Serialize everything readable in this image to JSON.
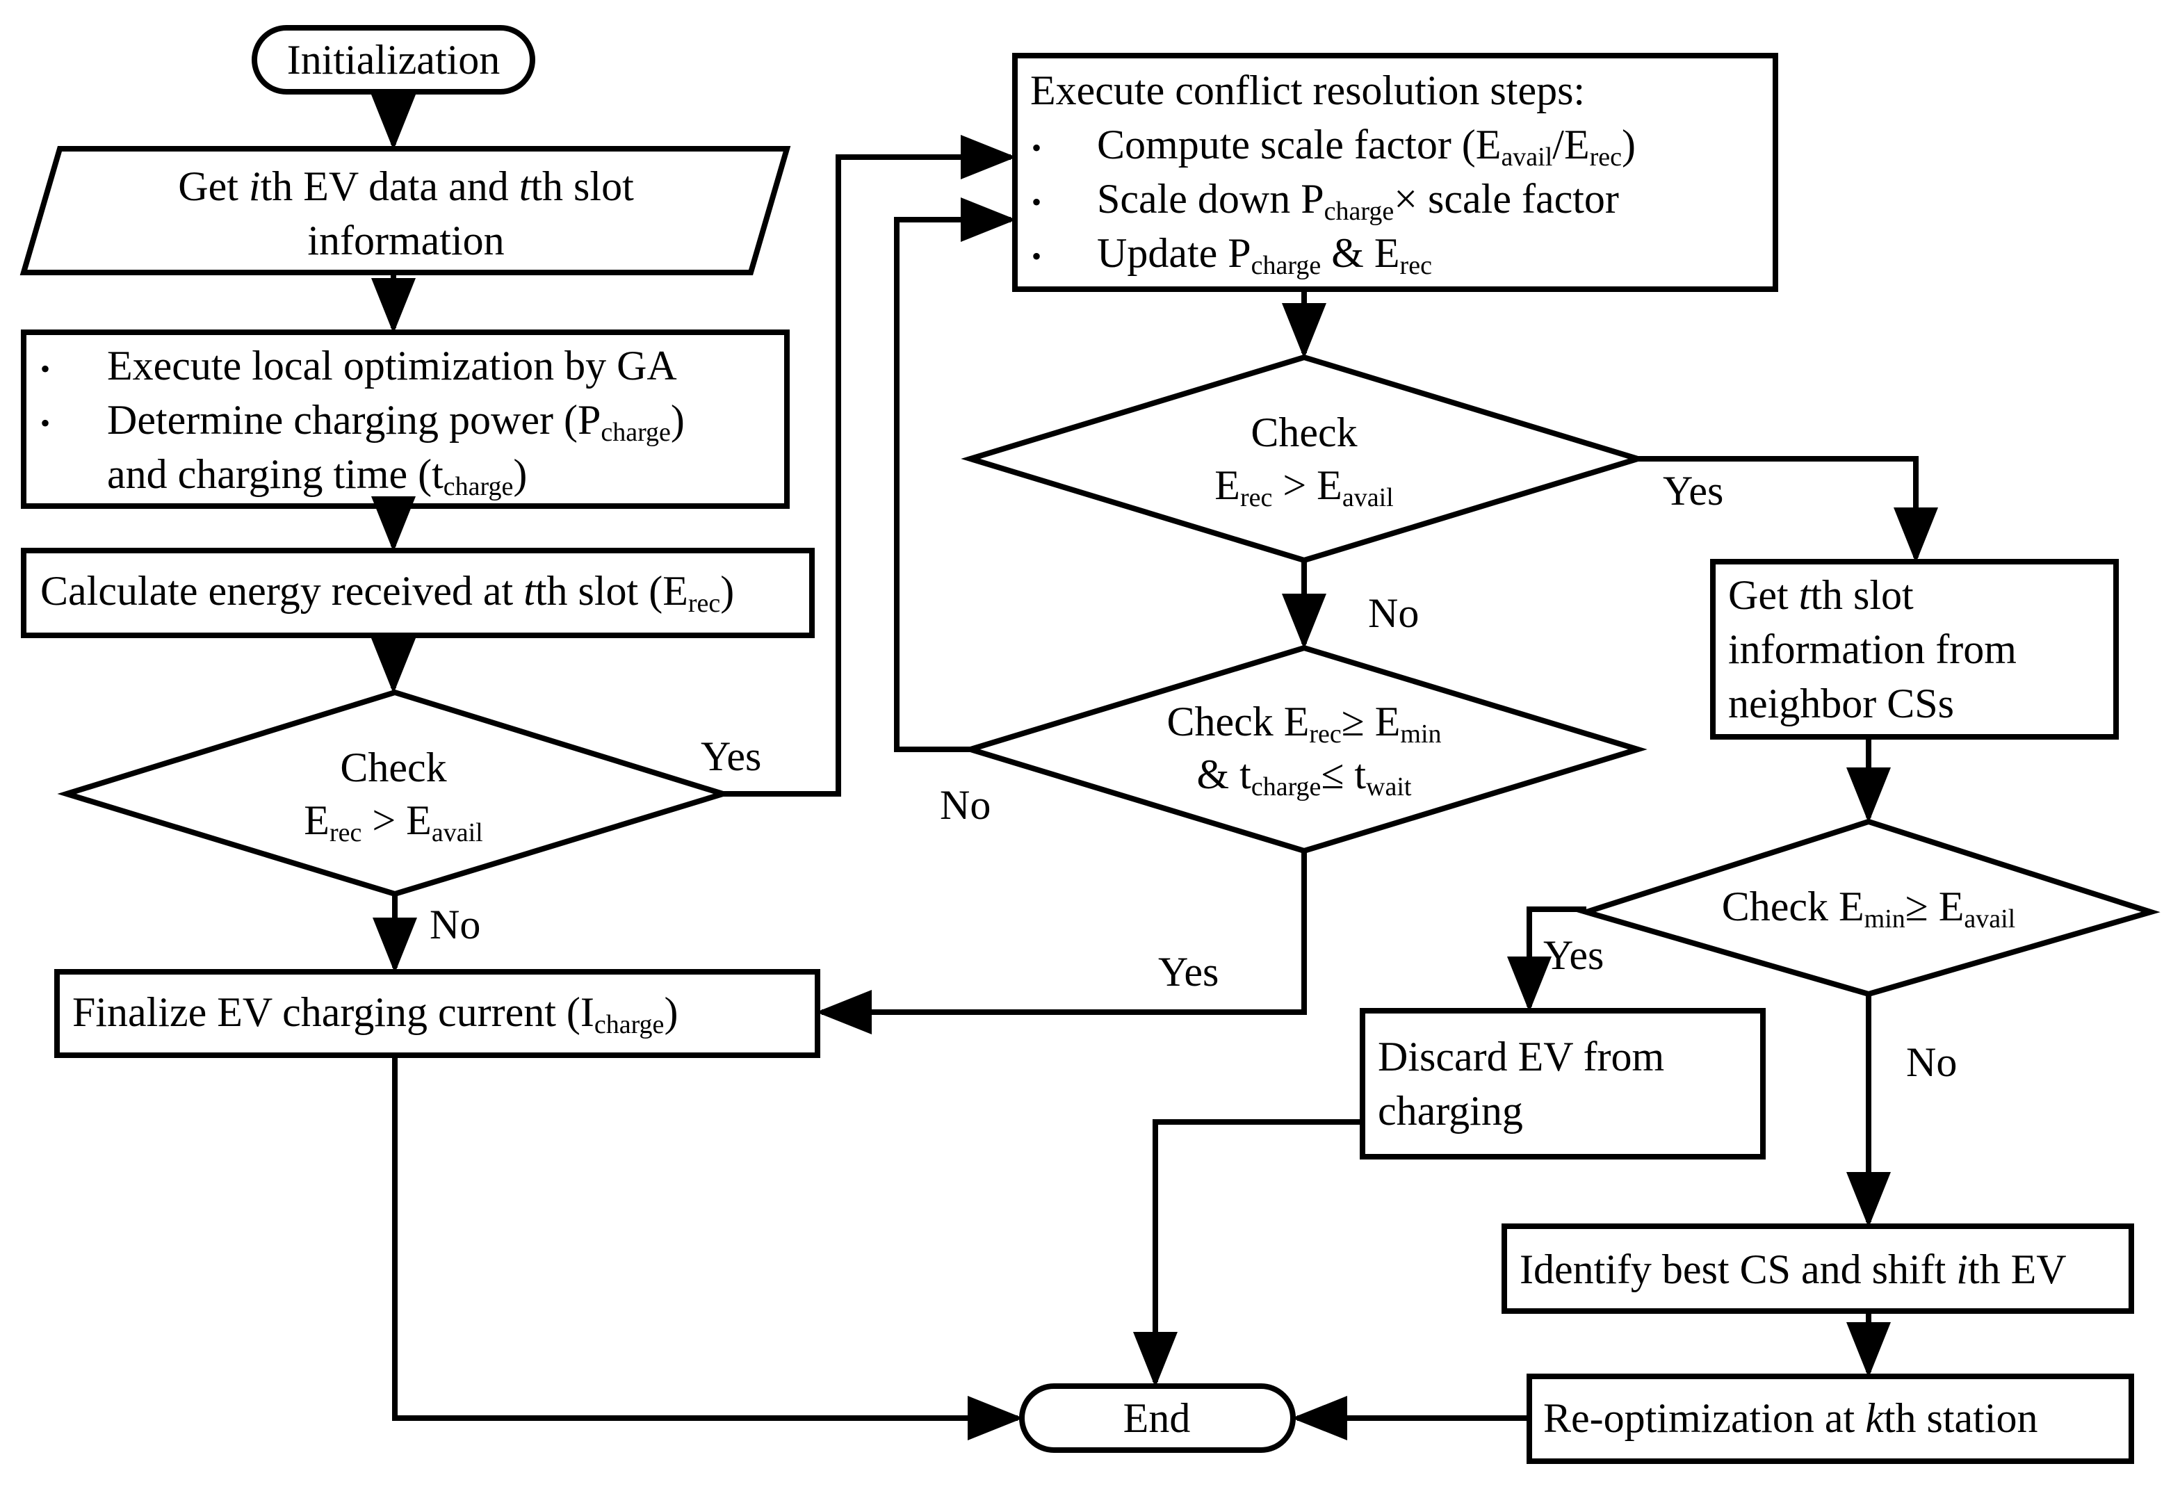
{
  "nodes": {
    "initialization": "Initialization",
    "get_data_l1": [
      "Get ",
      "i",
      "th EV data and ",
      "t",
      "th slot"
    ],
    "get_data_l2": "information",
    "local_opt": {
      "bullet": "•",
      "l1": "Execute local optimization by GA",
      "l2": [
        "Determine charging power (P",
        "charge",
        ")"
      ],
      "l3": [
        "and charging time (t",
        "charge",
        ")"
      ]
    },
    "calc_energy": [
      "Calculate energy received at ",
      "t",
      "th slot (E",
      "rec",
      ")"
    ],
    "check1": {
      "l1": "Check",
      "l2": [
        "E",
        "rec",
        " > E",
        "avail"
      ]
    },
    "finalize": [
      "Finalize EV charging current (I",
      "charge",
      ")"
    ],
    "conflict": {
      "title": "Execute conflict resolution steps:",
      "bullet": "•",
      "l1": [
        "Compute scale factor (E",
        "avail",
        "/E",
        "rec",
        ")"
      ],
      "l2": [
        "Scale down P",
        "charge",
        "×  scale factor"
      ],
      "l3": [
        "Update P",
        "charge",
        " & E",
        "rec"
      ]
    },
    "check2": {
      "l1": "Check",
      "l2": [
        "E",
        "rec",
        " > E",
        "avail"
      ]
    },
    "check3": {
      "l1": [
        "Check E",
        "rec",
        "≥ E",
        "min"
      ],
      "l2": [
        "& t",
        "charge",
        "≤ t",
        "wait"
      ]
    },
    "neighbor": {
      "l1": [
        "Get ",
        "t",
        "th slot"
      ],
      "l2": "information from",
      "l3": "neighbor CSs"
    },
    "check4": [
      "Check E",
      "min",
      "≥ E",
      "avail"
    ],
    "discard": {
      "l1": "Discard EV from",
      "l2": "charging"
    },
    "identify": [
      "Identify best CS and shift ",
      "i",
      "th EV"
    ],
    "reopt": [
      "Re-optimization at ",
      "k",
      "th station"
    ],
    "end": "End"
  },
  "edge_labels": {
    "check1_yes": "Yes",
    "check1_no": "No",
    "check2_yes": "Yes",
    "check2_no": "No",
    "check3_no": "No",
    "check3_yes": "Yes",
    "check4_yes": "Yes",
    "check4_no": "No"
  }
}
